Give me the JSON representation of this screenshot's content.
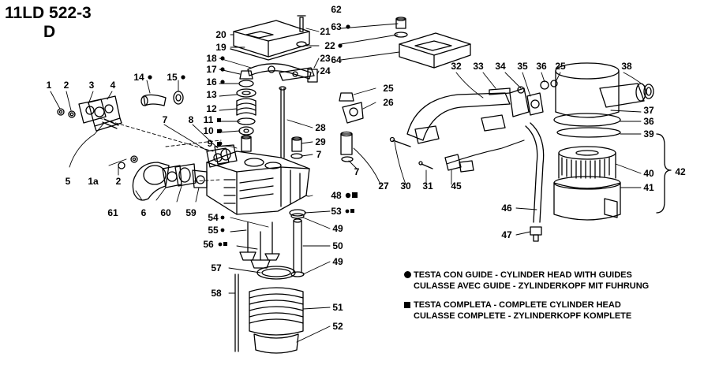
{
  "header": {
    "model": "11LD 522-3",
    "sheet": "D"
  },
  "legend": [
    {
      "symbol": "circle",
      "line1": "TESTA CON GUIDE - CYLINDER HEAD WITH GUIDES",
      "line2": "CULASSE AVEC GUIDE - ZYLINDERKOPF MIT FUHRUNG"
    },
    {
      "symbol": "square",
      "line1": "TESTA COMPLETA - COMPLETE CYLINDER HEAD",
      "line2": "CULASSE COMPLETE - ZYLINDERKOPF KOMPLETE"
    }
  ],
  "callouts": {
    "c1": "1",
    "c2": "2",
    "c3": "3",
    "c4": "4",
    "c5": "5",
    "c1a": "1a",
    "c2b": "2",
    "c6": "6",
    "c7a": "7",
    "c7b": "7",
    "c7c": "7",
    "c8": "8",
    "c9": "9",
    "c10": "10",
    "c11": "11",
    "c12": "12",
    "c13": "13",
    "c14": "14",
    "c15": "15",
    "c16": "16",
    "c17": "17",
    "c18": "18",
    "c19": "19",
    "c20": "20",
    "c21": "21",
    "c22": "22",
    "c23": "23",
    "c24": "24",
    "c25a": "25",
    "c25b": "25",
    "c26": "26",
    "c27": "27",
    "c28": "28",
    "c29": "29",
    "c30": "30",
    "c31": "31",
    "c32": "32",
    "c33": "33",
    "c34": "34",
    "c35": "35",
    "c36a": "36",
    "c36b": "36",
    "c37": "37",
    "c38": "38",
    "c39": "39",
    "c40": "40",
    "c41": "41",
    "c42": "42",
    "c45": "45",
    "c46": "46",
    "c47": "47",
    "c48": "48",
    "c49a": "49",
    "c49b": "49",
    "c50": "50",
    "c51": "51",
    "c52": "52",
    "c53": "53",
    "c54": "54",
    "c55": "55",
    "c56": "56",
    "c57": "57",
    "c58": "58",
    "c59": "59",
    "c60": "60",
    "c61": "61",
    "c62": "62",
    "c63": "63",
    "c64": "64"
  }
}
